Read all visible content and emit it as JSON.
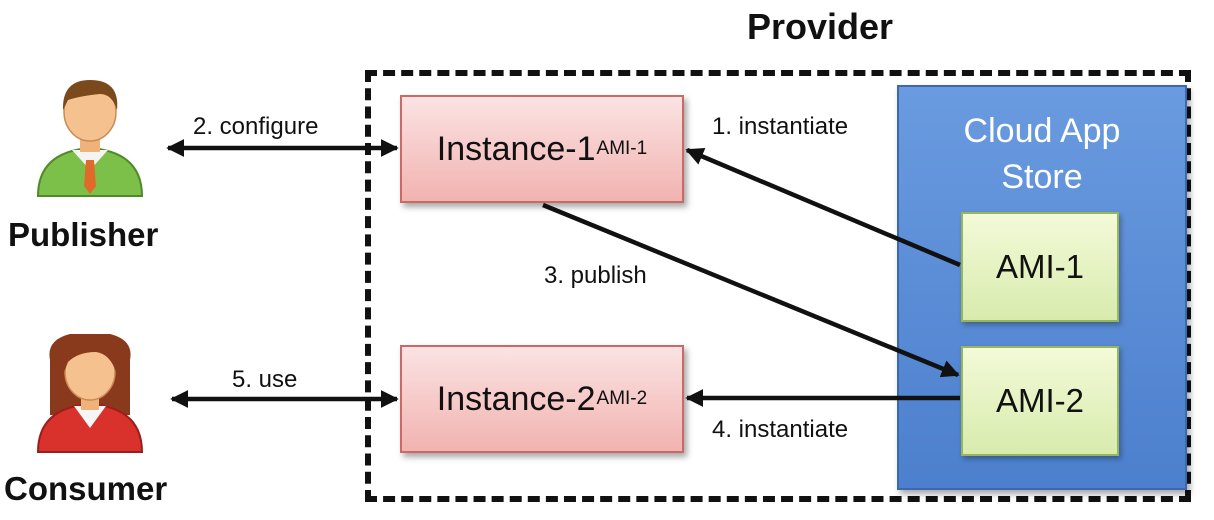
{
  "provider": {
    "title": "Provider"
  },
  "store": {
    "title": "Cloud App\nStore",
    "ami_1": "AMI-1",
    "ami_2": "AMI-2"
  },
  "instances": [
    {
      "name": "Instance-1",
      "sub": "AMI-1"
    },
    {
      "name": "Instance-2",
      "sub": "AMI-2"
    }
  ],
  "actors": {
    "publisher": "Publisher",
    "consumer": "Consumer"
  },
  "edges": {
    "instantiate_1": "1. instantiate",
    "configure": "2. configure",
    "publish": "3. publish",
    "instantiate_4": "4. instantiate",
    "use": "5. use"
  },
  "colors": {
    "instance_fill": "#f1b3b0",
    "ami_fill": "#d8ebad",
    "store_fill": "#4c7fcd",
    "publisher_shirt": "#7cc04a",
    "consumer_shirt": "#d9322c"
  }
}
